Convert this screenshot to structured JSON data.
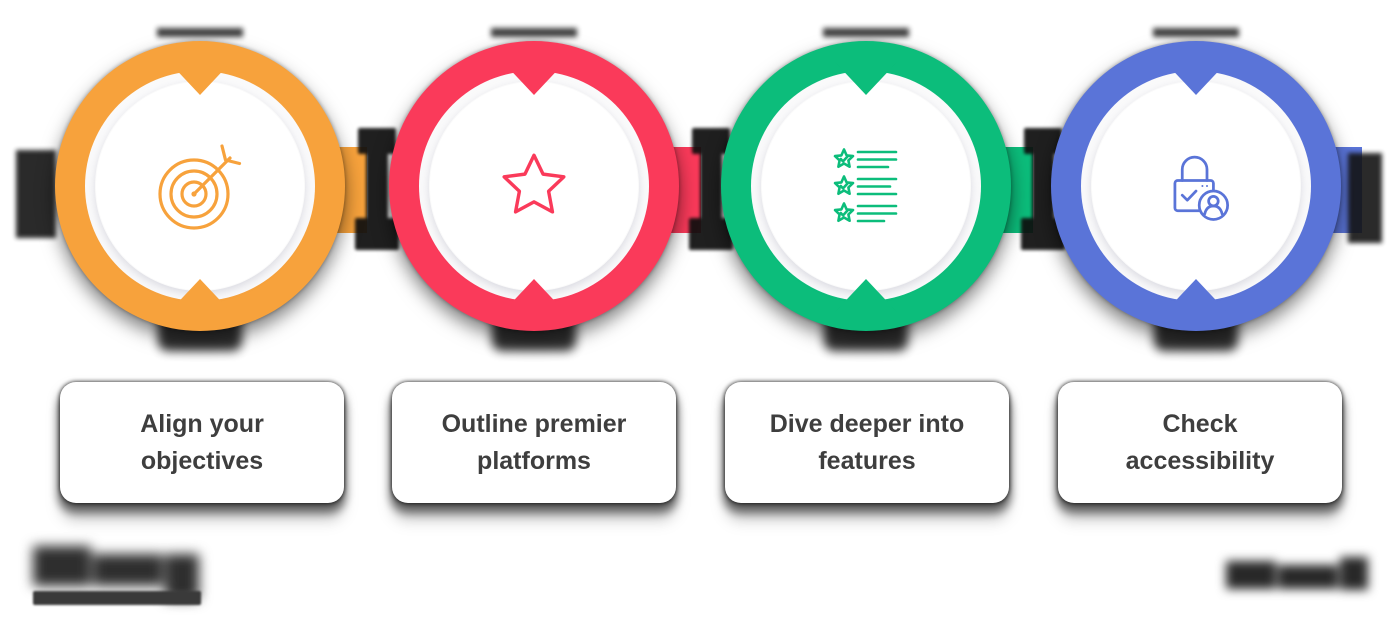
{
  "background_color": "#FFFFFF",
  "card_text_color": "#3E3E3E",
  "steps": [
    {
      "label": "Align your objectives",
      "color": "#F7A23C",
      "icon": "target-arrow"
    },
    {
      "label": "Outline premier platforms",
      "color": "#FA3A5A",
      "icon": "star"
    },
    {
      "label": "Dive deeper into features",
      "color": "#0CBD7B",
      "icon": "review-checklist"
    },
    {
      "label": "Check accessibility",
      "color": "#5A74D8",
      "icon": "lock-user-badge"
    }
  ],
  "watermarks": {
    "bottom_left": {
      "type": "blurred-logo-with-underline-bar",
      "legible": false
    },
    "bottom_right": {
      "type": "blurred-logo-text",
      "legible": false
    }
  }
}
